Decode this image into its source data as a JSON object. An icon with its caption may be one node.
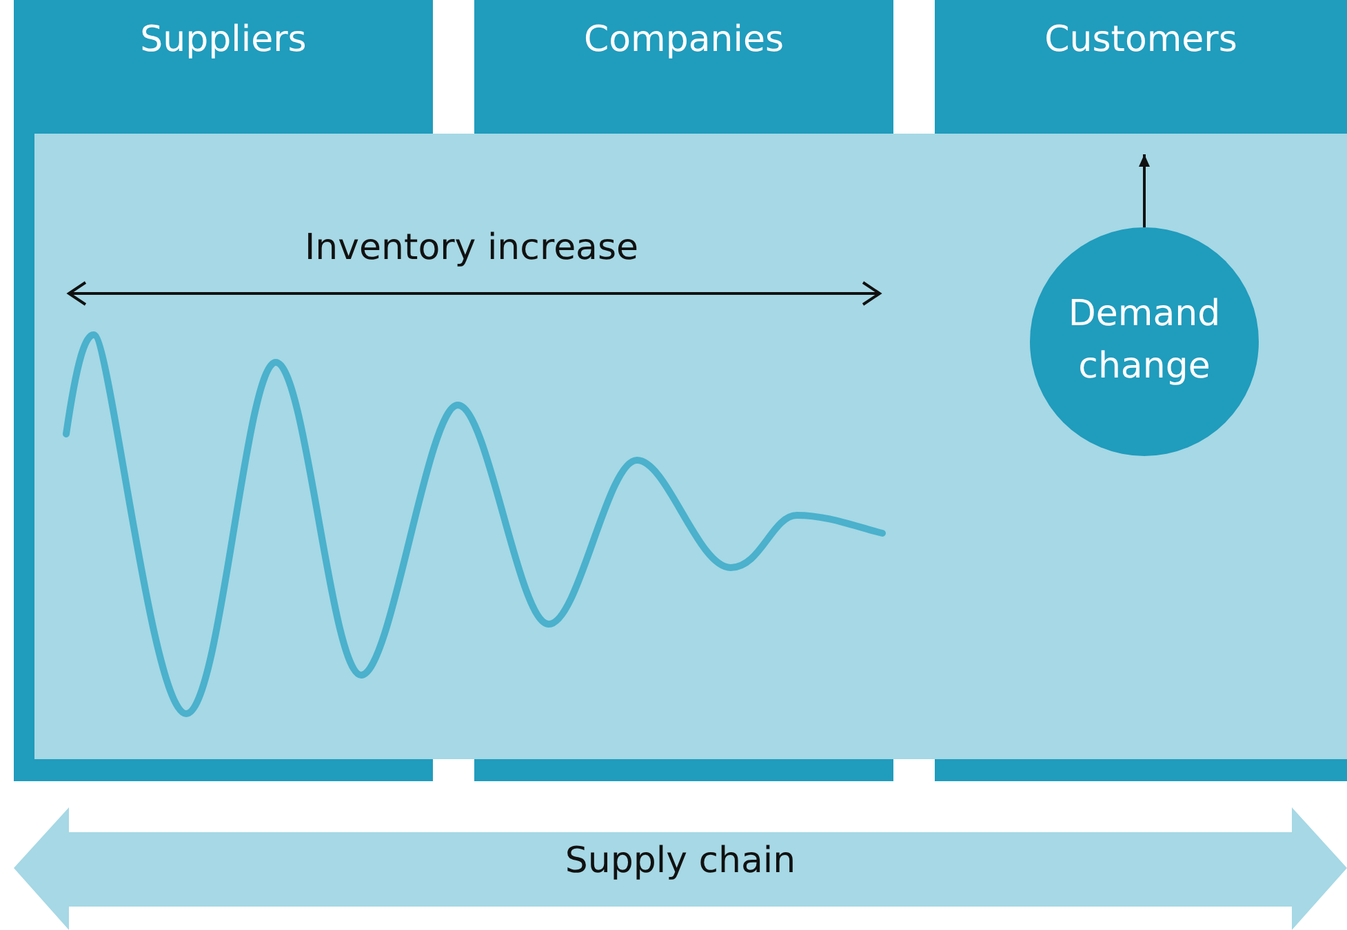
{
  "diagram": {
    "nodes": [
      {
        "text": [
          "Suppliers"
        ]
      },
      {
        "text": [
          "Companies"
        ]
      },
      {
        "text": [
          "Customers"
        ]
      },
      {
        "text": [
          "Demand change"
        ]
      },
      {
        "text": [
          "Supply chain"
        ]
      }
    ],
    "edges": [
      {
        "from": 3,
        "to": 2,
        "arrow": "to"
      }
    ],
    "labels": [
      "Inventory increase"
    ]
  }
}
